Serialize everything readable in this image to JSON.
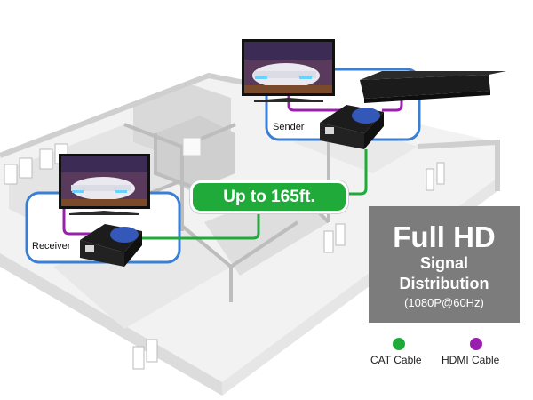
{
  "diagram": {
    "distance_label": "Up to 165ft.",
    "sender_label": "Sender",
    "receiver_label": "Receiver",
    "info": {
      "title": "Full HD",
      "line1": "Signal",
      "line2": "Distribution",
      "spec": "(1080P@60Hz)"
    },
    "legend": [
      {
        "label": "CAT Cable",
        "color": "#1faa3a"
      },
      {
        "label": "HDMI Cable",
        "color": "#9b1fae"
      }
    ],
    "colors": {
      "group_outline": "#3a7fd6",
      "cat_cable": "#1faa3a",
      "hdmi_cable": "#9b1fae",
      "info_box": "#7c7c7c"
    }
  }
}
